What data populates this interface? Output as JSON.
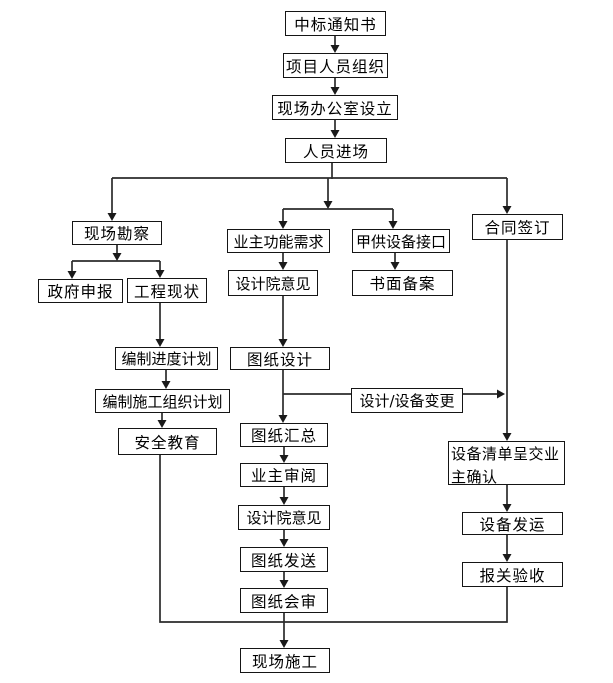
{
  "diagram": {
    "type": "flowchart",
    "language": "zh-CN",
    "colors": {
      "background": "#ffffff",
      "line": "#2b2b2b",
      "box_border": "#151515",
      "text": "#000000"
    },
    "nodes": {
      "bid_notice": {
        "label": "中标通知书"
      },
      "project_team": {
        "label": "项目人员组织"
      },
      "site_office": {
        "label": "现场办公室设立"
      },
      "personnel_entry": {
        "label": "人员进场"
      },
      "site_survey": {
        "label": "现场勘察"
      },
      "gov_report": {
        "label": "政府申报"
      },
      "project_status": {
        "label": "工程现状"
      },
      "schedule_plan": {
        "label": "编制进度计划"
      },
      "construction_plan": {
        "label": "编制施工组织计划"
      },
      "safety_education": {
        "label": "安全教育"
      },
      "owner_requirements": {
        "label": "业主功能需求"
      },
      "design_opinion_1": {
        "label": "设计院意见"
      },
      "drawing_design": {
        "label": "图纸设计"
      },
      "drawing_summary": {
        "label": "图纸汇总"
      },
      "owner_review": {
        "label": "业主审阅"
      },
      "design_opinion_2": {
        "label": "设计院意见"
      },
      "drawing_send": {
        "label": "图纸发送"
      },
      "drawing_review": {
        "label": "图纸会审"
      },
      "site_construction": {
        "label": "现场施工"
      },
      "equipment_interface": {
        "label": "甲供设备接口"
      },
      "written_filing": {
        "label": "书面备案"
      },
      "design_change": {
        "label": "设计/设备变更"
      },
      "contract_signing": {
        "label": "合同签订"
      },
      "equipment_list": {
        "label": "设备清单呈交业主确认"
      },
      "equipment_shipment": {
        "label": "设备发运"
      },
      "customs_acceptance": {
        "label": "报关验收"
      }
    }
  }
}
